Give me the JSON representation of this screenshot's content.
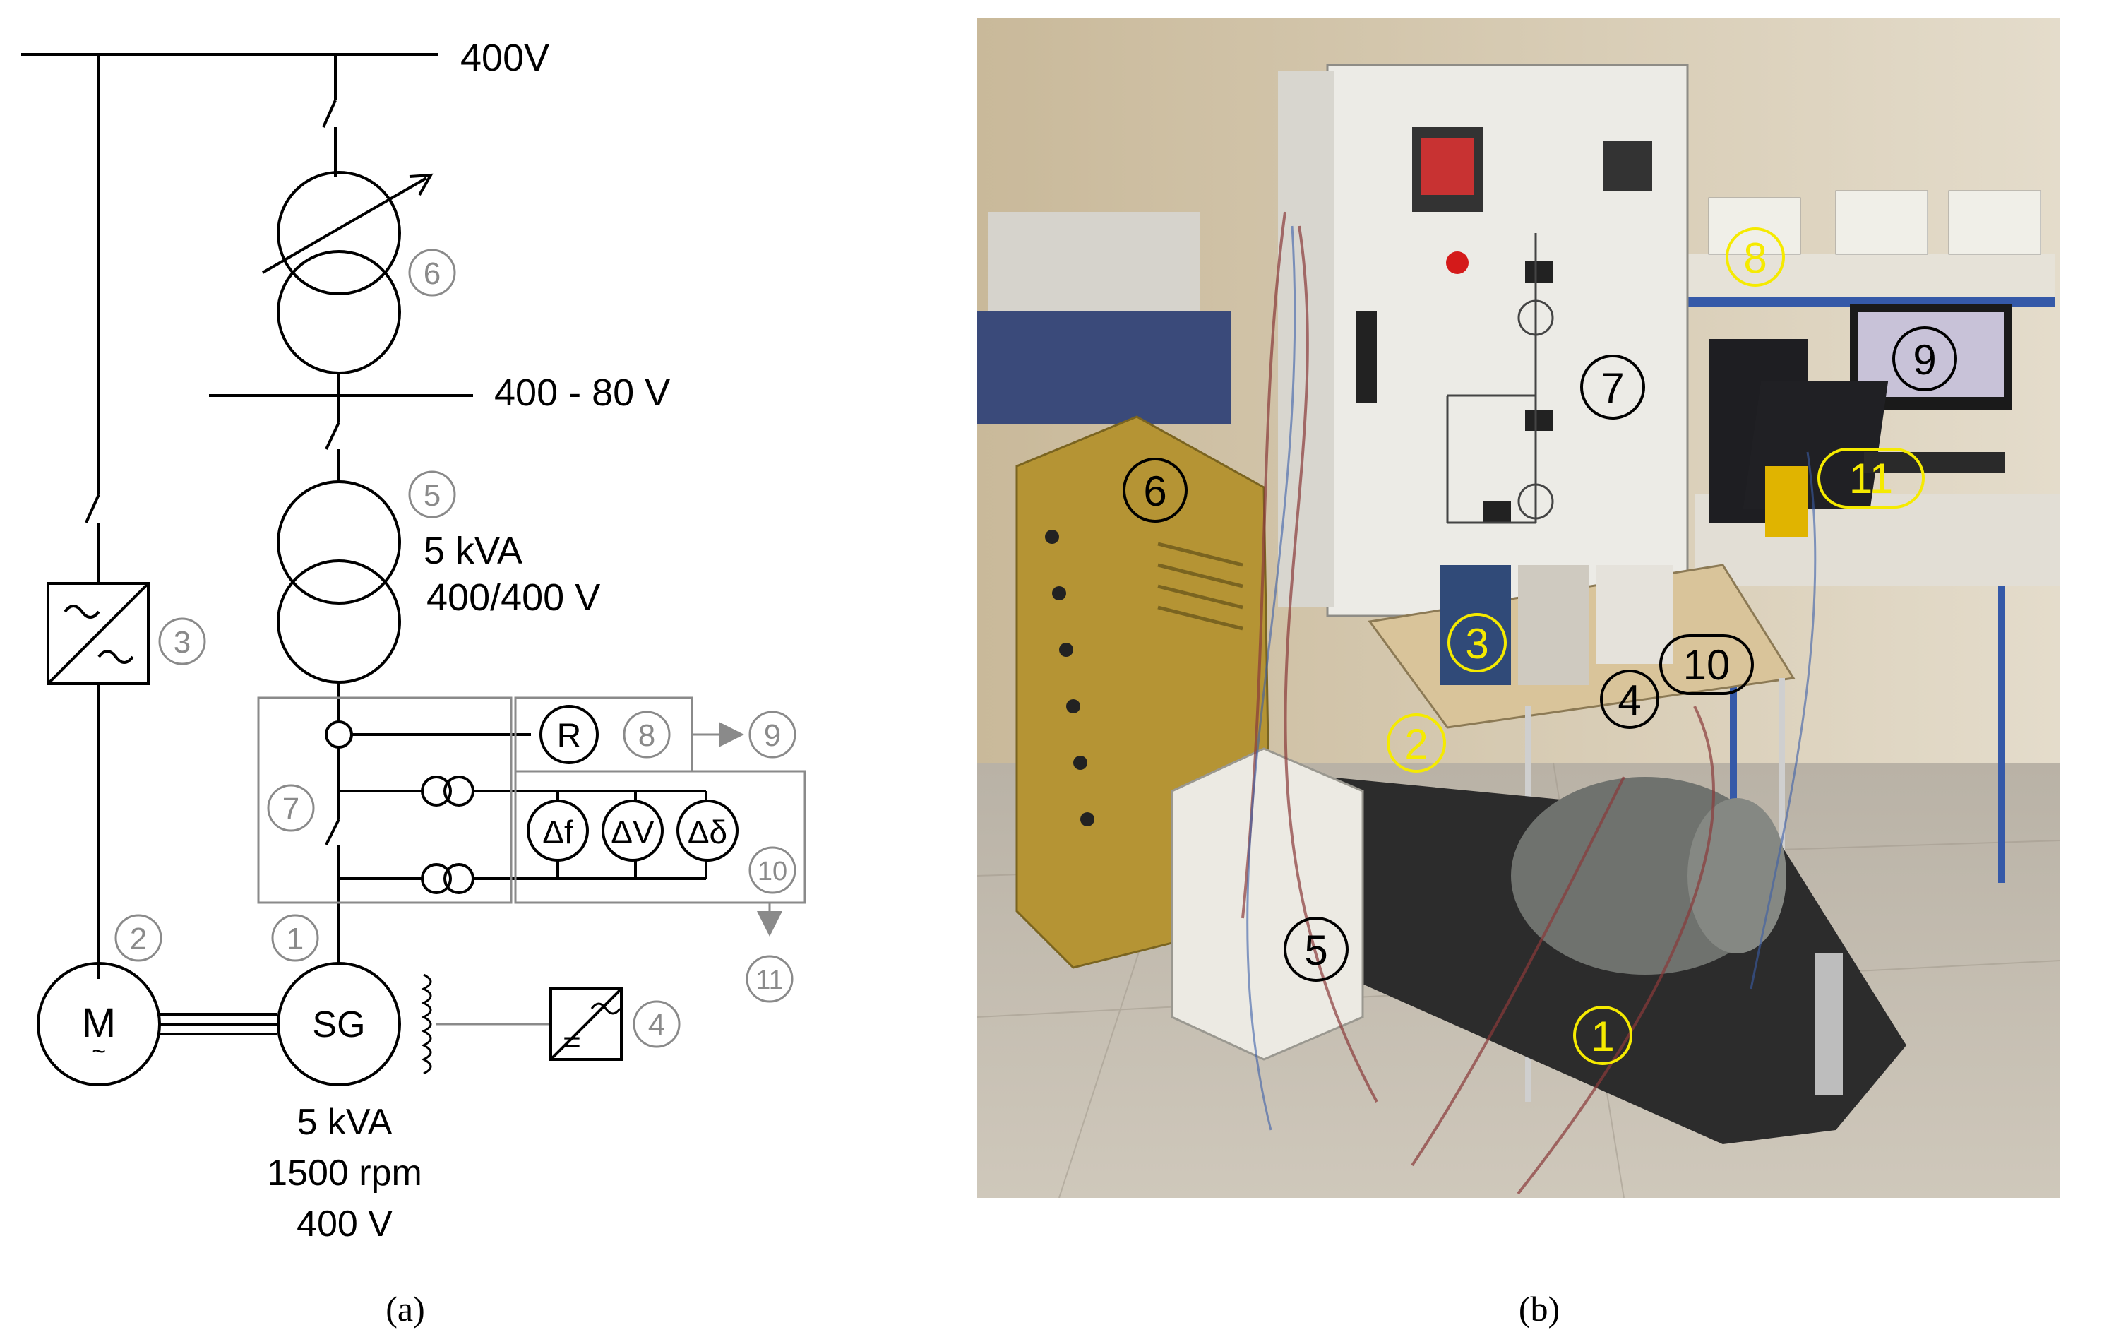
{
  "diagram": {
    "bus_top_label": "400V",
    "tap_bus_label": "400 - 80 V",
    "transformer_rating": "5 kVA",
    "transformer_ratio": "400/400 V",
    "relay_symbol": "R",
    "meter_df": "Δf",
    "meter_dv": "ΔV",
    "meter_ddelta": "Δδ",
    "motor_symbol": "M",
    "motor_tilde": "~",
    "generator_symbol": "SG",
    "exciter_symbol": "=",
    "generator_rating": "5 kVA",
    "generator_speed": "1500 rpm",
    "generator_voltage": "400 V",
    "markers": {
      "m1": "1",
      "m2": "2",
      "m3": "3",
      "m4": "4",
      "m5": "5",
      "m6": "6",
      "m7": "7",
      "m8": "8",
      "m9": "9",
      "m10": "10",
      "m11": "11"
    },
    "colors": {
      "line": "#000000",
      "marker": "#8a8a8a"
    }
  },
  "photo": {
    "labels": {
      "p1": "1",
      "p2": "2",
      "p3": "3",
      "p4": "4",
      "p5": "5",
      "p6": "6",
      "p7": "7",
      "p8": "8",
      "p9": "9",
      "p10": "10",
      "p11": "11"
    },
    "colors": {
      "yellow": "#f5ea00",
      "black": "#000000"
    }
  },
  "captions": {
    "a": "(a)",
    "b": "(b)"
  }
}
